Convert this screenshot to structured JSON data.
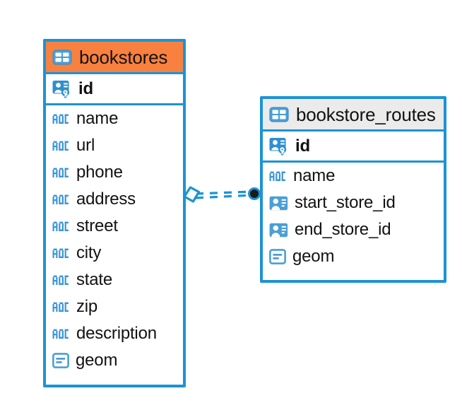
{
  "diagram": {
    "kind": "entity-relationship-diagram",
    "background_color": "#ffffff",
    "accent_blue": "#1c93d4",
    "accent_orange": "#f9813f",
    "accent_gray": "#ebebeb",
    "entities": [
      {
        "name": "bookstores",
        "header_color": "#f9813f",
        "table_icon": "table-icon",
        "fields": [
          {
            "name": "id",
            "icon": "primary-key-icon",
            "type_hint": "pk"
          },
          {
            "name": "name",
            "icon": "abc-text-icon",
            "type_hint": "text"
          },
          {
            "name": "url",
            "icon": "abc-text-icon",
            "type_hint": "text"
          },
          {
            "name": "phone",
            "icon": "abc-text-icon",
            "type_hint": "text"
          },
          {
            "name": "address",
            "icon": "abc-text-icon",
            "type_hint": "text"
          },
          {
            "name": "street",
            "icon": "abc-text-icon",
            "type_hint": "text"
          },
          {
            "name": "city",
            "icon": "abc-text-icon",
            "type_hint": "text"
          },
          {
            "name": "state",
            "icon": "abc-text-icon",
            "type_hint": "text"
          },
          {
            "name": "zip",
            "icon": "abc-text-icon",
            "type_hint": "text"
          },
          {
            "name": "description",
            "icon": "abc-text-icon",
            "type_hint": "text"
          },
          {
            "name": "geom",
            "icon": "geometry-icon",
            "type_hint": "geometry"
          }
        ]
      },
      {
        "name": "bookstore_routes",
        "header_color": "#ebebeb",
        "table_icon": "table-icon",
        "fields": [
          {
            "name": "id",
            "icon": "primary-key-icon",
            "type_hint": "pk"
          },
          {
            "name": "name",
            "icon": "abc-text-icon",
            "type_hint": "text"
          },
          {
            "name": "start_store_id",
            "icon": "foreign-key-icon",
            "type_hint": "fk"
          },
          {
            "name": "end_store_id",
            "icon": "foreign-key-icon",
            "type_hint": "fk"
          },
          {
            "name": "geom",
            "icon": "geometry-icon",
            "type_hint": "geometry"
          }
        ]
      }
    ],
    "relationship": {
      "from_entity": "bookstores",
      "to_entity": "bookstore_routes",
      "source_endpoint": "diamond-endpoint",
      "target_endpoint": "filled-circle-endpoint",
      "line_style": "dashed",
      "line_color": "#1c93d4"
    }
  }
}
